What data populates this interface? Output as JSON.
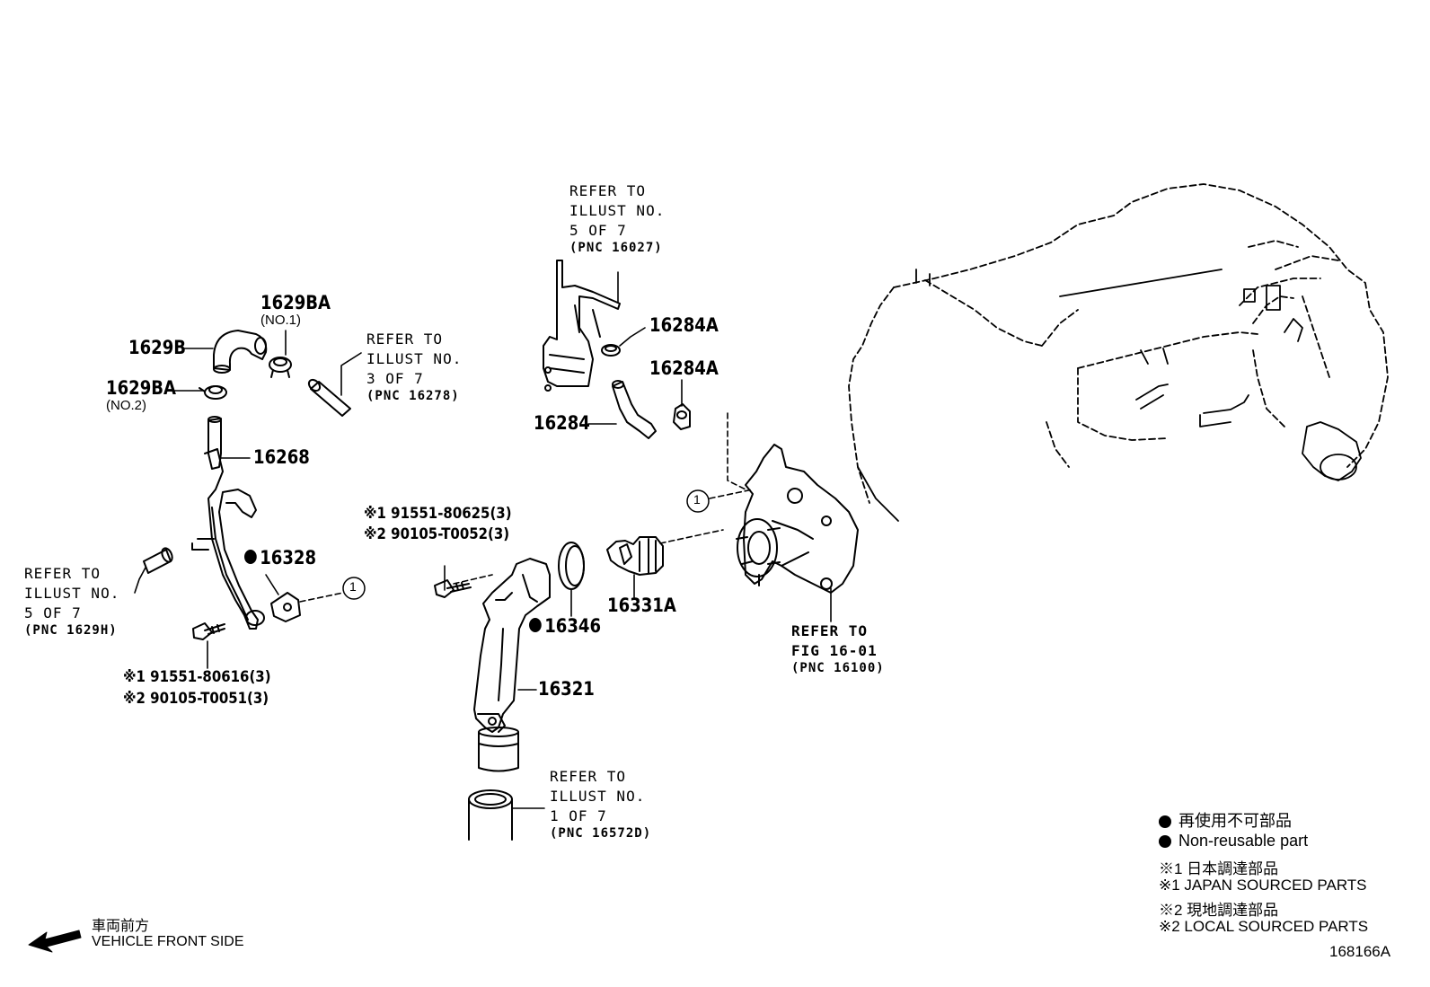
{
  "labels": {
    "p1629BA_1": "1629BA",
    "p1629BA_1_sub": "(NO.1)",
    "p1629B": "1629B",
    "p1629BA_2": "1629BA",
    "p1629BA_2_sub": "(NO.2)",
    "p16268": "16268",
    "p16328": "16328",
    "p16284A_1": "16284A",
    "p16284A_2": "16284A",
    "p16284": "16284",
    "p16346": "16346",
    "p16331A": "16331A",
    "p16321": "16321"
  },
  "std_parts": {
    "bolt1_a": "※1 91551-80616(3)",
    "bolt1_b": "※2 90105-T0051(3)",
    "bolt2_a": "※1 91551-80625(3)",
    "bolt2_b": "※2 90105-T0052(3)"
  },
  "refs": {
    "r1": [
      "REFER TO",
      "ILLUST NO.",
      "3 OF 7",
      "(PNC 16278)"
    ],
    "r2": [
      "REFER TO",
      "ILLUST NO.",
      "5 OF 7",
      "(PNC 16027)"
    ],
    "r3": [
      "REFER TO",
      "ILLUST NO.",
      "5 OF 7",
      "(PNC 1629H)"
    ],
    "r4": [
      "REFER TO",
      "FIG 16-01",
      "(PNC 16100)"
    ],
    "r5": [
      "REFER TO",
      "ILLUST NO.",
      "1 OF 7",
      "(PNC 16572D)"
    ]
  },
  "callout_mark": "1",
  "legend": {
    "line1": "再使用不可部品",
    "line2": "Non-reusable part",
    "line3": "※1 日本調達部品",
    "line4": "※1 JAPAN SOURCED PARTS",
    "line5": "※2 現地調達部品",
    "line6": "※2 LOCAL SOURCED PARTS"
  },
  "vehicle_front": {
    "jp": "車両前方",
    "en": "VEHICLE FRONT SIDE"
  },
  "illust_id": "168166A"
}
